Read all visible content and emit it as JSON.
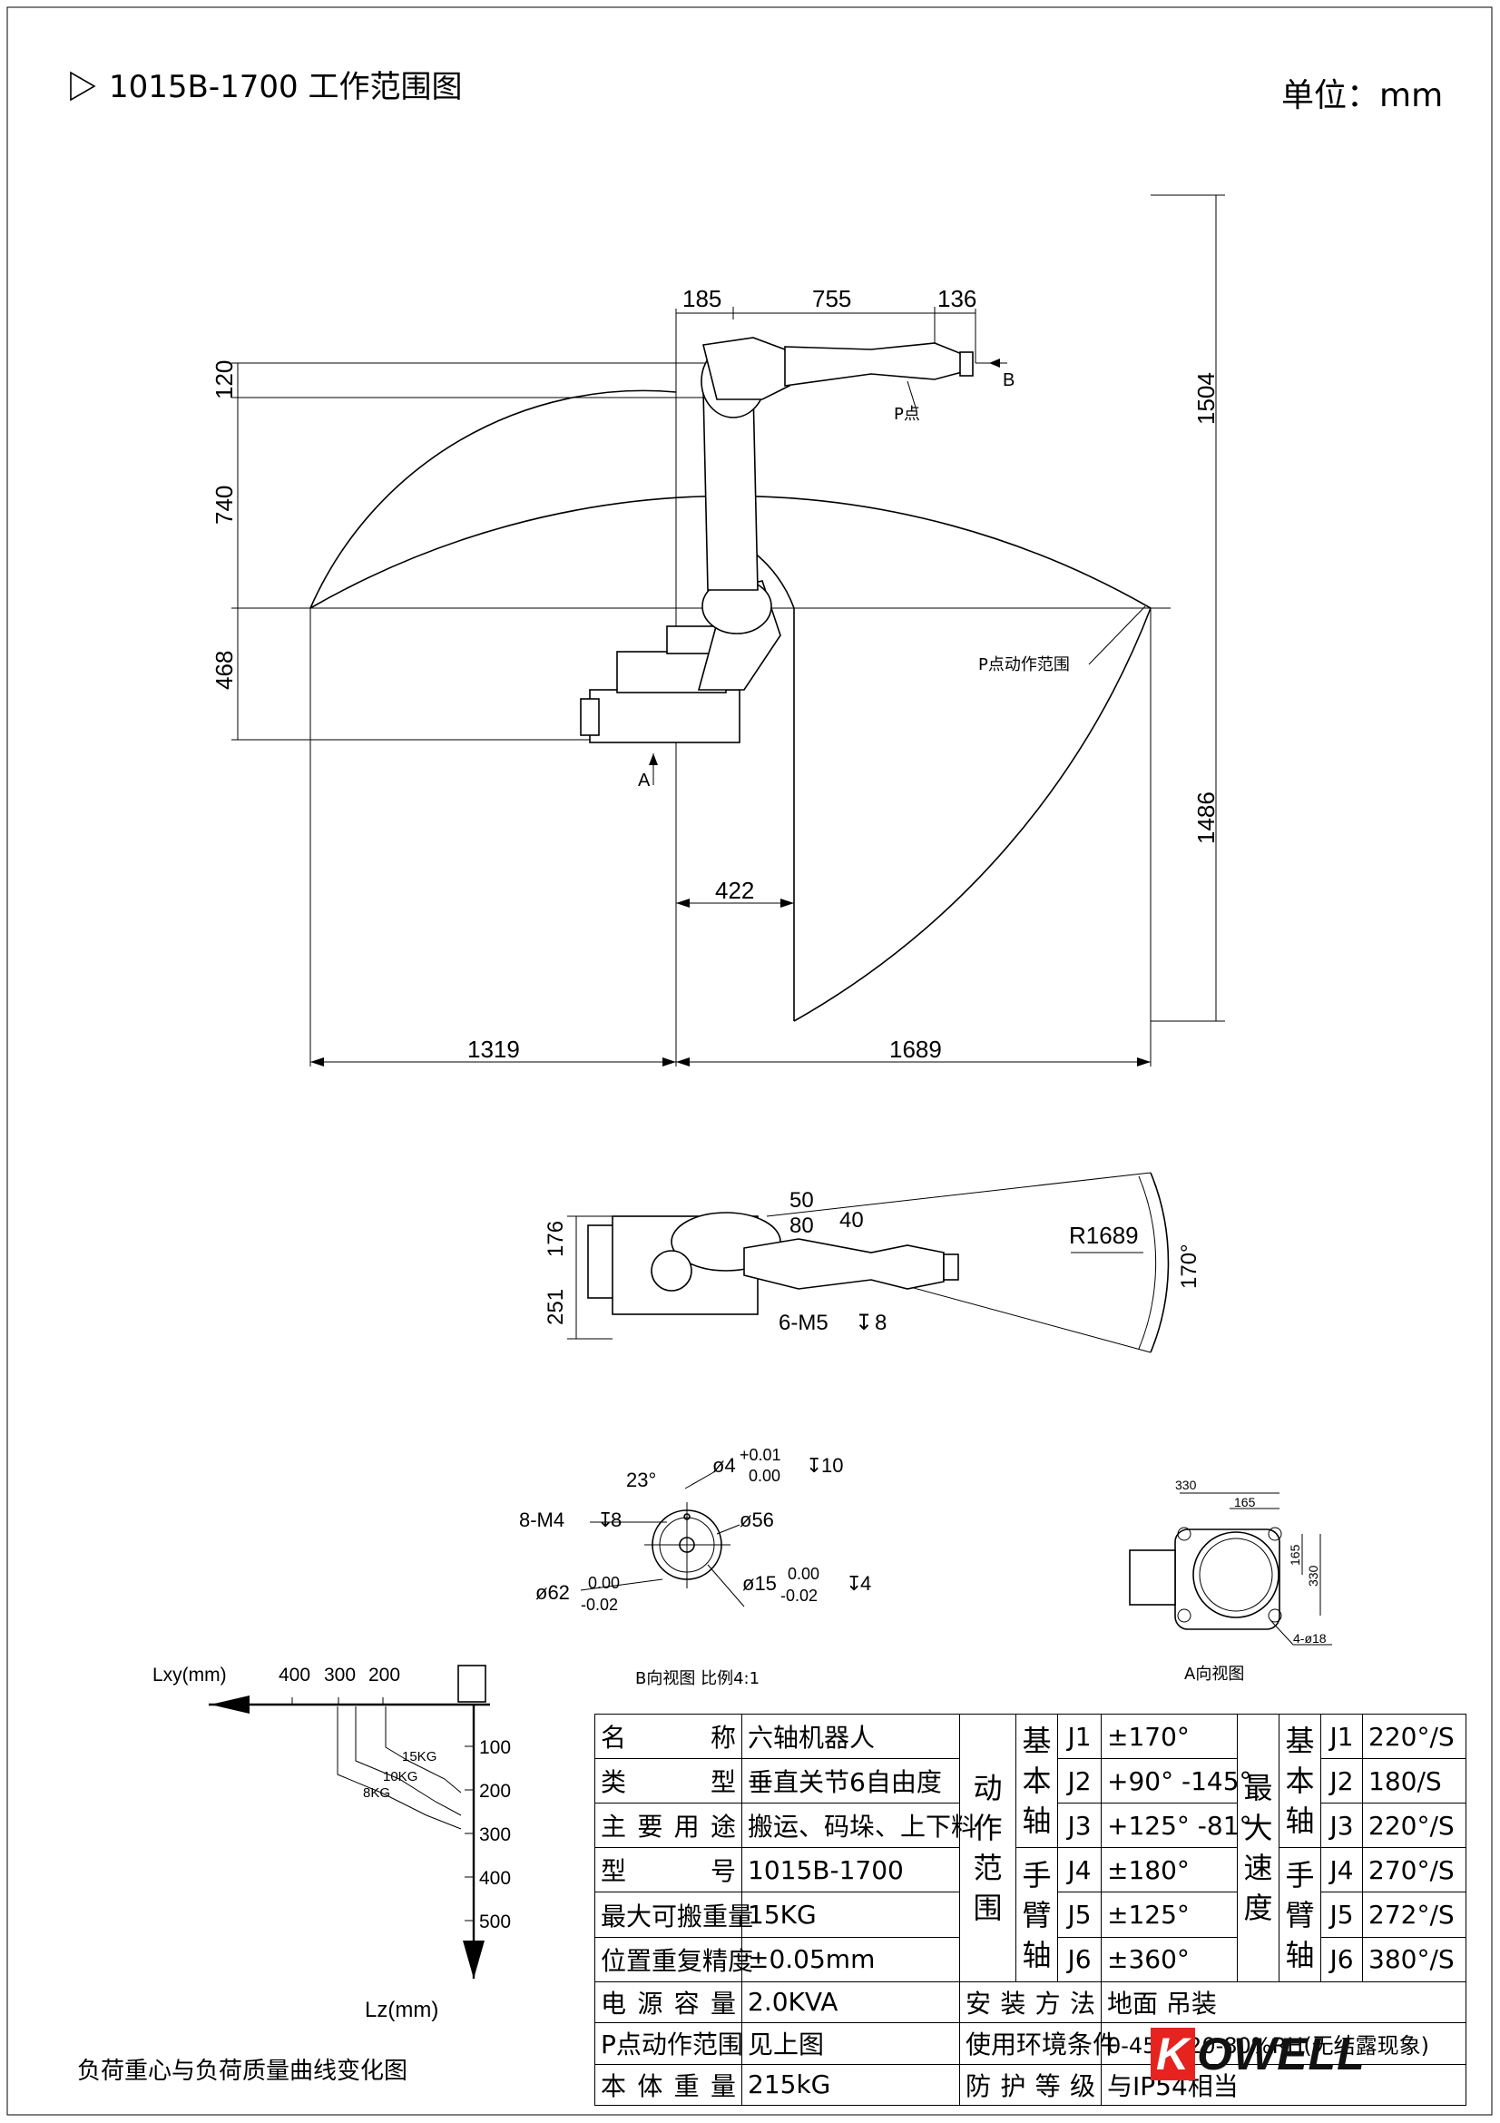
{
  "header": {
    "title": "1015B-1700  工作范围图",
    "unit": "单位：mm"
  },
  "side_view": {
    "dims": {
      "d185": "185",
      "d755": "755",
      "d136": "136",
      "d120": "120",
      "d740": "740",
      "d468": "468",
      "d1504": "1504",
      "d1486": "1486",
      "d422": "422",
      "d1319": "1319",
      "d1689": "1689"
    },
    "labels": {
      "b": "B",
      "p_point": "P点",
      "p_range": "P点动作范围",
      "a": "A"
    }
  },
  "top_view": {
    "d50": "50",
    "d80": "80",
    "d40": "40",
    "d176": "176",
    "d251": "251",
    "thread": "6-M5",
    "thread_depth": "8",
    "radius": "R1689",
    "angle": "170°"
  },
  "flange_view": {
    "angle": "23°",
    "hole": "ø4",
    "hole_tol_up": "+0.01",
    "hole_tol_low": "0.00",
    "hole_depth": "10",
    "bolts": "8-M4",
    "bolt_depth": "8",
    "d56": "ø56",
    "d62": "ø62",
    "d62_up": "0.00",
    "d62_low": "-0.02",
    "d15": "ø15",
    "d15_up": "0.00",
    "d15_low": "-0.02",
    "d15_depth": "4",
    "caption": "B向视图  比例4:1"
  },
  "base_view": {
    "d330_top": "330",
    "d165_top": "165",
    "d165_side": "165",
    "d330_side": "330",
    "holes": "4-ø18",
    "caption": "A向视图"
  },
  "load_chart": {
    "x_label": "Lxy(mm)",
    "x_ticks": [
      "400",
      "300",
      "200"
    ],
    "y_label": "Lz(mm)",
    "y_ticks": [
      "100",
      "200",
      "300",
      "400",
      "500"
    ],
    "curves": [
      "15KG",
      "10KG",
      "8KG"
    ],
    "caption": "负荷重心与负荷质量曲线变化图"
  },
  "spec": {
    "name_label": "名称",
    "name": "六轴机器人",
    "type_label": "类型",
    "type": "垂直关节6自由度",
    "use_label": "主要用途",
    "use": "搬运、码垛、上下料",
    "model_label": "型号",
    "model": "1015B-1700",
    "payload_label": "最大可搬重量",
    "payload": "15KG",
    "repeat_label": "位置重复精度",
    "repeat": "±0.05mm",
    "power_label": "电源容量",
    "power": "2.0KVA",
    "prange_label": "P点动作范围",
    "prange": "见上图",
    "weight_label": "本体重量",
    "weight": "215kG",
    "motion_label": "动作范围",
    "speed_label": "最大速度",
    "base_axis": "基本轴",
    "wrist_axis": "手臂轴",
    "joints": [
      "J1",
      "J2",
      "J3",
      "J4",
      "J5",
      "J6"
    ],
    "ranges": [
      "±170°",
      "+90° -145°",
      "+125° -81°",
      "±180°",
      "±125°",
      "±360°"
    ],
    "speeds": [
      "220°/S",
      "180/S",
      "220°/S",
      "270°/S",
      "272°/S",
      "380°/S"
    ],
    "install_label": "安装方法",
    "install": "地面  吊装",
    "env_label": "使用环境条件",
    "env": "0-45℃,20-80%RH(无结露现象)",
    "protect_label": "防护等级",
    "protect": "与IP54相当"
  },
  "brand": {
    "k": "K",
    "rest": "OWELL"
  }
}
